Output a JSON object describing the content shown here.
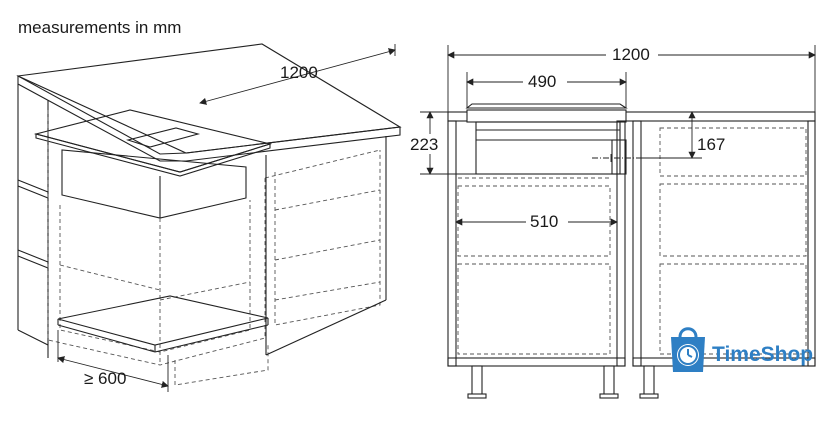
{
  "caption": "measurements in mm",
  "dimensions": {
    "iso_width": "1200",
    "iso_depth": "≥ 600",
    "front_width": "1200",
    "hob_width": "490",
    "unit_height": "223",
    "unit_depth_gap": "167",
    "inner_width": "510"
  },
  "brand": {
    "name": "TimeShop",
    "color": "#2e7fc4",
    "icon": "clock-shopping-bag-icon"
  }
}
